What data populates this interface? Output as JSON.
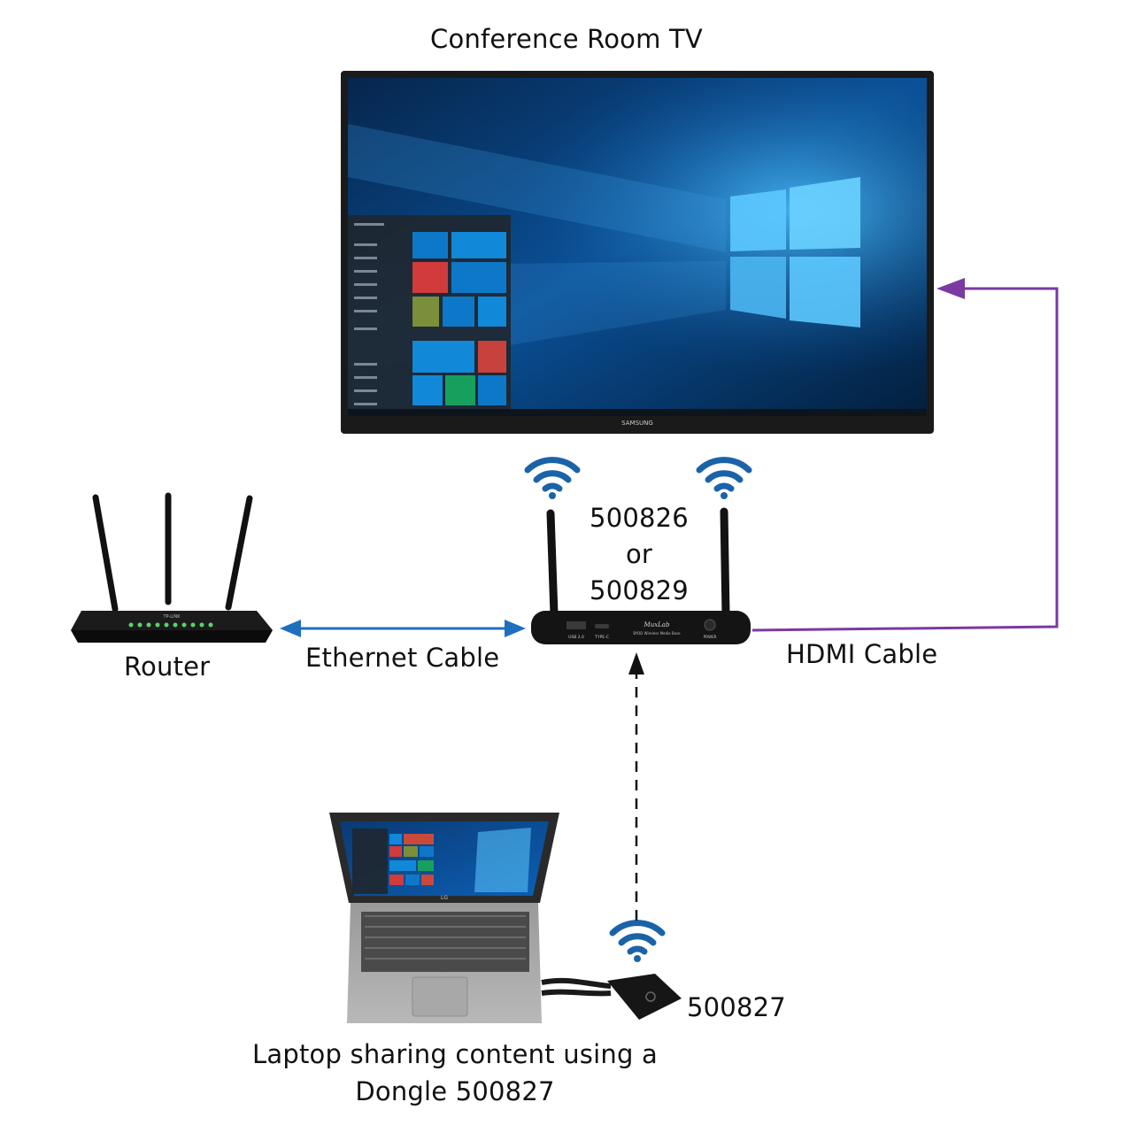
{
  "tv": {
    "label": "Conference Room TV",
    "brand": "SAMSUNG"
  },
  "router": {
    "label": "Router",
    "brand": "TP-LINK"
  },
  "receiver": {
    "model_line1": "500826",
    "model_line2": "or",
    "model_line3": "500829",
    "brand": "MuxLab",
    "port_usb": "USB 2.0",
    "port_typec": "TYPE-C",
    "product": "BYOD Wireless Media Base",
    "power": "POWER"
  },
  "links": {
    "ethernet": "Ethernet Cable",
    "hdmi": "HDMI Cable"
  },
  "dongle": {
    "label": "500827"
  },
  "laptop": {
    "caption_line1": "Laptop sharing content using a",
    "caption_line2": "Dongle 500827",
    "brand": "LG"
  },
  "colors": {
    "ethernet": "#1e6fc0",
    "hdmi": "#7a3aa0",
    "wireless": "#111111",
    "wifi_icon": "#1b63a8"
  }
}
